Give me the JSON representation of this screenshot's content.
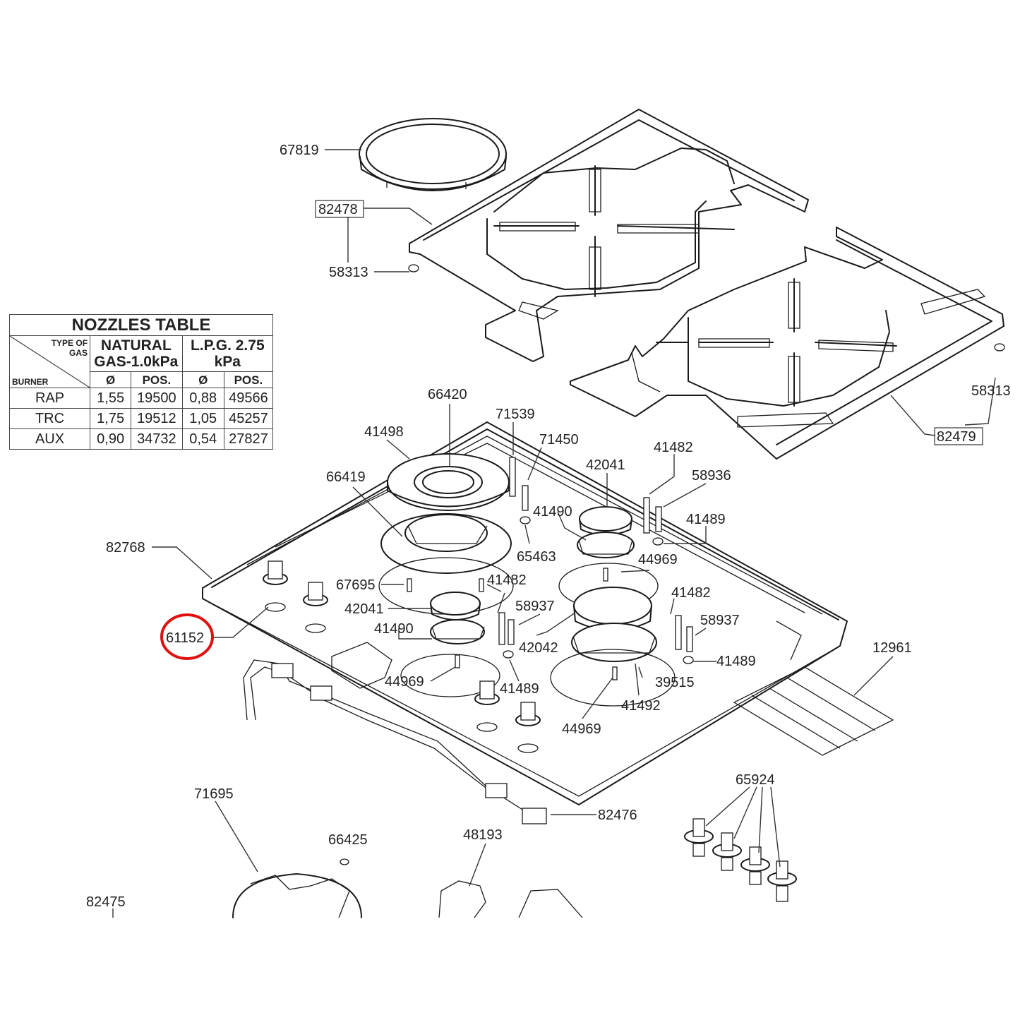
{
  "nozzles_table": {
    "title": "NOZZLES TABLE",
    "corner_top": "TYPE OF GAS",
    "corner_bottom": "BURNER",
    "gas_types": [
      "NATURAL GAS-1.0kPa",
      "L.P.G. 2.75 kPa"
    ],
    "subheaders": [
      "Ø",
      "POS.",
      "Ø",
      "POS."
    ],
    "rows": [
      {
        "burner": "RAP",
        "cells": [
          "1,55",
          "19500",
          "0,88",
          "49566"
        ]
      },
      {
        "burner": "TRC",
        "cells": [
          "1,75",
          "19512",
          "1,05",
          "45257"
        ]
      },
      {
        "burner": "AUX",
        "cells": [
          "0,90",
          "34732",
          "0,54",
          "27827"
        ]
      }
    ]
  },
  "part_labels": [
    {
      "id": "lbl-67819",
      "text": "67819"
    },
    {
      "id": "lbl-82478",
      "text": "82478"
    },
    {
      "id": "lbl-58313-a",
      "text": "58313"
    },
    {
      "id": "lbl-58313-b",
      "text": "58313"
    },
    {
      "id": "lbl-82479",
      "text": "82479"
    },
    {
      "id": "lbl-66420",
      "text": "66420"
    },
    {
      "id": "lbl-71539",
      "text": "71539"
    },
    {
      "id": "lbl-41498",
      "text": "41498"
    },
    {
      "id": "lbl-71450",
      "text": "71450"
    },
    {
      "id": "lbl-41482-a",
      "text": "41482"
    },
    {
      "id": "lbl-66419",
      "text": "66419"
    },
    {
      "id": "lbl-42041-a",
      "text": "42041"
    },
    {
      "id": "lbl-58936",
      "text": "58936"
    },
    {
      "id": "lbl-41490-a",
      "text": "41490"
    },
    {
      "id": "lbl-41489-a",
      "text": "41489"
    },
    {
      "id": "lbl-82768",
      "text": "82768"
    },
    {
      "id": "lbl-65463",
      "text": "65463"
    },
    {
      "id": "lbl-44969-a",
      "text": "44969"
    },
    {
      "id": "lbl-67695",
      "text": "67695"
    },
    {
      "id": "lbl-41482-b",
      "text": "41482"
    },
    {
      "id": "lbl-41482-c",
      "text": "41482"
    },
    {
      "id": "lbl-42041-b",
      "text": "42041"
    },
    {
      "id": "lbl-58937-a",
      "text": "58937"
    },
    {
      "id": "lbl-58937-b",
      "text": "58937"
    },
    {
      "id": "lbl-41490-b",
      "text": "41490"
    },
    {
      "id": "lbl-61152",
      "text": "61152"
    },
    {
      "id": "lbl-42042",
      "text": "42042"
    },
    {
      "id": "lbl-12961",
      "text": "12961"
    },
    {
      "id": "lbl-41489-b",
      "text": "41489"
    },
    {
      "id": "lbl-44969-b",
      "text": "44969"
    },
    {
      "id": "lbl-41489-c",
      "text": "41489"
    },
    {
      "id": "lbl-39515",
      "text": "39515"
    },
    {
      "id": "lbl-41492",
      "text": "41492"
    },
    {
      "id": "lbl-44969-c",
      "text": "44969"
    },
    {
      "id": "lbl-65924",
      "text": "65924"
    },
    {
      "id": "lbl-71695",
      "text": "71695"
    },
    {
      "id": "lbl-82476",
      "text": "82476"
    },
    {
      "id": "lbl-66425",
      "text": "66425"
    },
    {
      "id": "lbl-48193",
      "text": "48193"
    },
    {
      "id": "lbl-82475",
      "text": "82475"
    }
  ],
  "highlight": {
    "target": "61152",
    "color": "#e01010"
  },
  "colors": {
    "line": "#1a1a1a",
    "text": "#222222",
    "background": "#ffffff"
  }
}
